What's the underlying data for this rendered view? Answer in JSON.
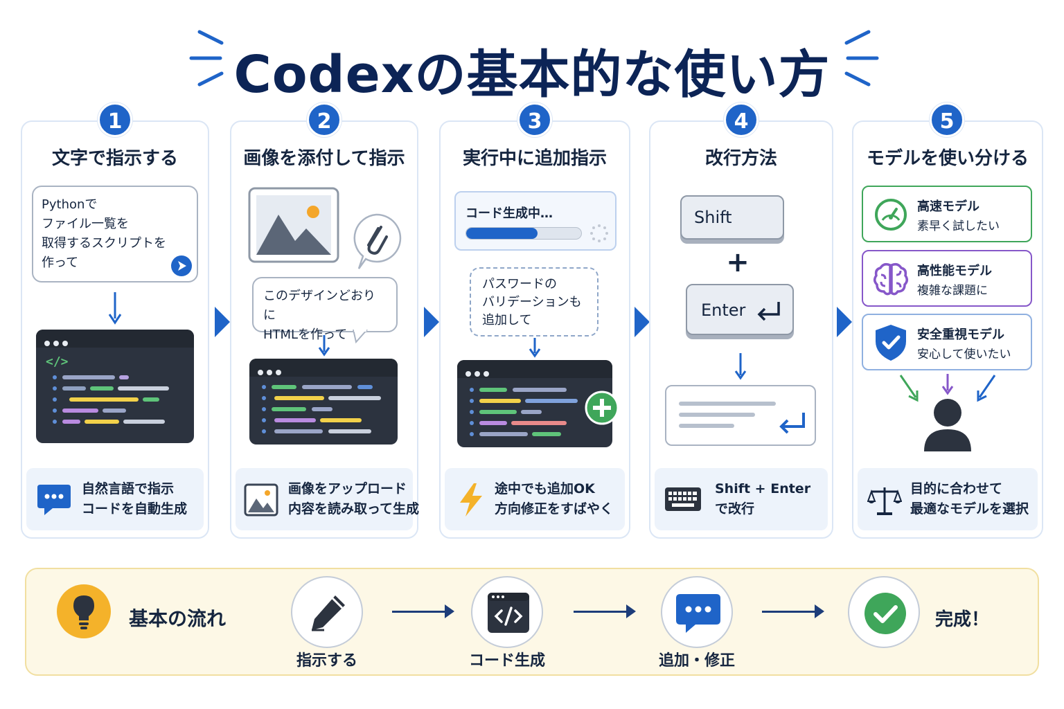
{
  "title": "Codexの基本的な使い方",
  "steps": [
    {
      "number": "1",
      "title": "文字で指示する",
      "prompt_lines": [
        "Pythonで",
        "ファイル一覧を",
        "取得するスクリプトを",
        "作って"
      ],
      "footer_lines": [
        "自然言語で指示",
        "コードを自動生成"
      ]
    },
    {
      "number": "2",
      "title": "画像を添付して指示",
      "prompt_lines": [
        "このデザインどおりに",
        "HTMLを作って"
      ],
      "footer_lines": [
        "画像をアップロード",
        "内容を読み取って生成"
      ]
    },
    {
      "number": "3",
      "title": "実行中に追加指示",
      "status_text": "コード生成中…",
      "progress": 0.62,
      "prompt_lines": [
        "パスワードの",
        "バリデーションも",
        "追加して"
      ],
      "footer_lines": [
        "途中でも追加OK",
        "方向修正をすばやく"
      ]
    },
    {
      "number": "4",
      "title": "改行方法",
      "key_shift": "Shift",
      "key_plus": "+",
      "key_enter": "Enter",
      "footer_lines": [
        "Shift + Enter",
        "で改行"
      ]
    },
    {
      "number": "5",
      "title": "モデルを使い分ける",
      "models": [
        {
          "title": "高速モデル",
          "subtitle": "素早く試したい",
          "icon": "speedometer-icon",
          "color": "#3fa65a"
        },
        {
          "title": "高性能モデル",
          "subtitle": "複雑な課題に",
          "icon": "brain-icon",
          "color": "#8657c9"
        },
        {
          "title": "安全重視モデル",
          "subtitle": "安心して使いたい",
          "icon": "shield-check-icon",
          "color": "#1f64c8"
        }
      ],
      "footer_lines": [
        "目的に合わせて",
        "最適なモデルを選択"
      ]
    }
  ],
  "flow": {
    "heading": "基本の流れ",
    "steps": [
      "指示する",
      "コード生成",
      "追加・修正"
    ],
    "done": "完成！"
  },
  "colors": {
    "accent": "#1f64c8",
    "title": "#0c2456",
    "green": "#3fa65a",
    "purple": "#8657c9",
    "flow_bg": "#fdf8e6"
  }
}
